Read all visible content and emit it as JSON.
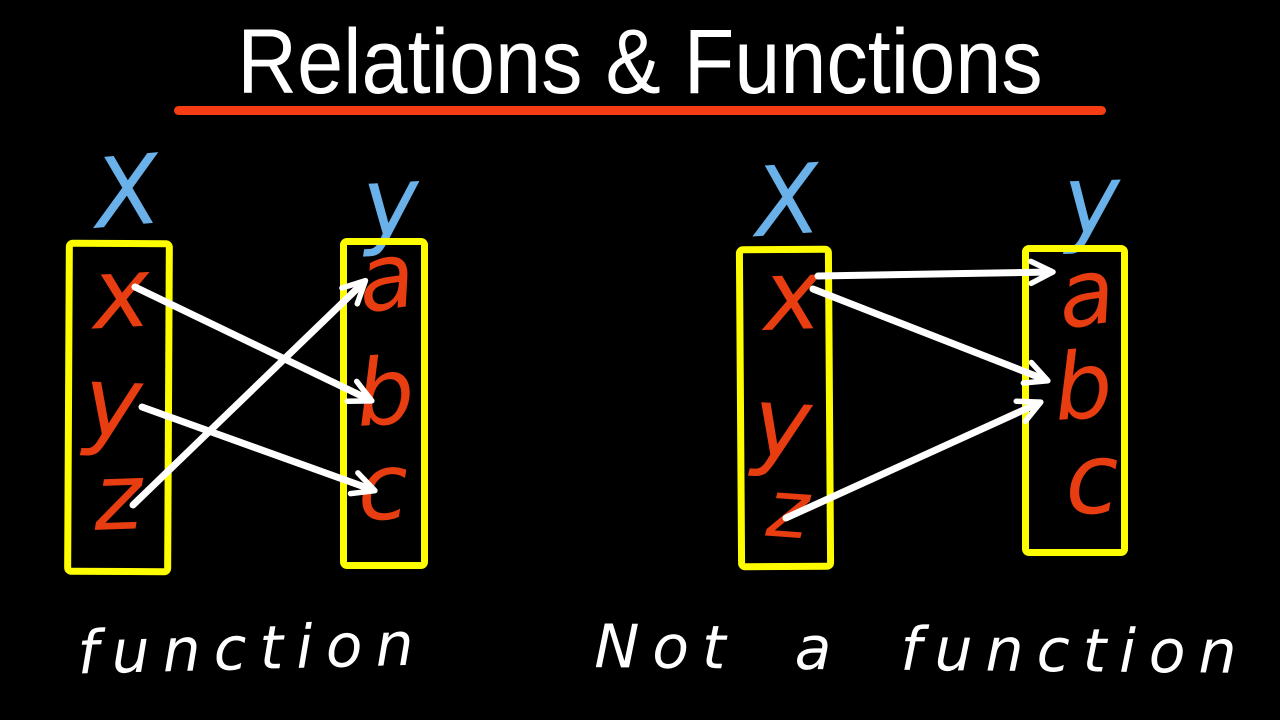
{
  "title": "Relations & Functions",
  "colors": {
    "background": "#000000",
    "title_text": "#ffffff",
    "underline_red": "#f53c15",
    "set_label_blue": "#69b1e8",
    "box_yellow": "#fdfd00",
    "element_red": "#e83c11",
    "arrow_white": "#ffffff"
  },
  "left_diagram": {
    "caption": "function",
    "domain_label": "X",
    "codomain_label": "y",
    "domain": [
      "x",
      "y",
      "z"
    ],
    "codomain": [
      "a",
      "b",
      "c"
    ],
    "mappings": [
      {
        "from": "x",
        "to": "b"
      },
      {
        "from": "y",
        "to": "c"
      },
      {
        "from": "z",
        "to": "a"
      }
    ]
  },
  "right_diagram": {
    "caption": "Not a function",
    "domain_label": "X",
    "codomain_label": "y",
    "domain": [
      "x",
      "y",
      "z"
    ],
    "codomain": [
      "a",
      "b",
      "c"
    ],
    "mappings": [
      {
        "from": "x",
        "to": "a"
      },
      {
        "from": "x",
        "to": "b"
      },
      {
        "from": "z",
        "to": "b"
      }
    ]
  }
}
